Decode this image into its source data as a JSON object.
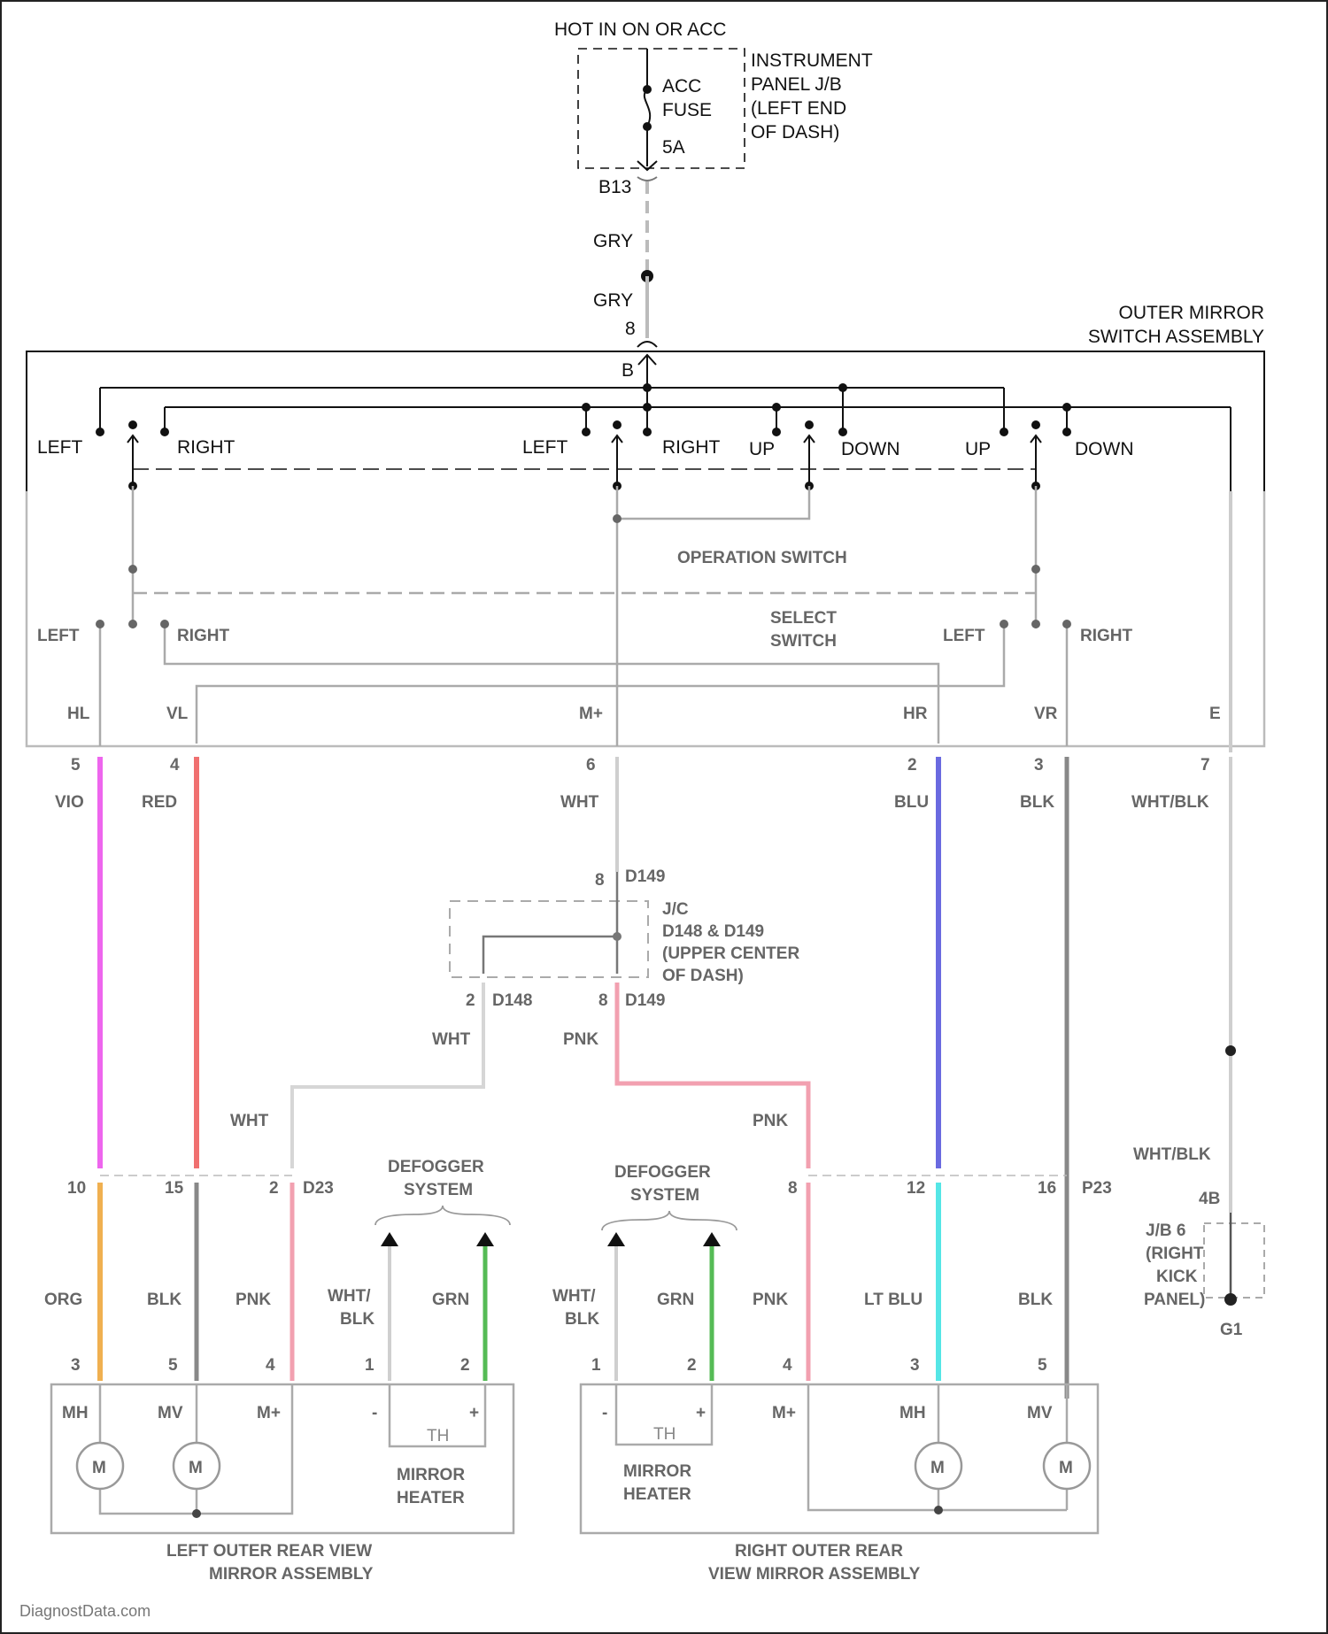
{
  "top": {
    "power_label": "HOT IN ON OR ACC",
    "jb_label": [
      "INSTRUMENT",
      "PANEL J/B",
      "(LEFT END",
      "OF DASH)"
    ],
    "fuse_label": [
      "ACC",
      "FUSE"
    ],
    "fuse_rating": "5A",
    "connector_b13": "B13",
    "wire_gry_1": "GRY",
    "wire_gry_2": "GRY",
    "pin_8": "8",
    "pin_b": "B"
  },
  "switch_assembly": {
    "title": [
      "OUTER MIRROR",
      "SWITCH ASSEMBLY"
    ],
    "contact_labels": [
      "LEFT",
      "RIGHT",
      "LEFT",
      "RIGHT",
      "UP",
      "DOWN",
      "UP",
      "DOWN"
    ],
    "operation_switch": "OPERATION SWITCH",
    "select_switch": [
      "SELECT",
      "SWITCH"
    ],
    "select_labels": [
      "LEFT",
      "RIGHT",
      "LEFT",
      "RIGHT"
    ],
    "terminals": [
      "HL",
      "VL",
      "M+",
      "HR",
      "VR",
      "E"
    ],
    "pins": [
      "5",
      "4",
      "6",
      "2",
      "3",
      "7"
    ]
  },
  "wires_upper": [
    "VIO",
    "RED",
    "WHT",
    "BLU",
    "BLK",
    "WHT/BLK"
  ],
  "junction": {
    "top_pin": "8",
    "top_conn": "D149",
    "label": [
      "J/C",
      "D148 & D149",
      "(UPPER CENTER",
      "OF DASH)"
    ],
    "left_pin": "2",
    "left_conn": "D148",
    "right_pin": "8",
    "right_conn": "D149"
  },
  "wires_mid": [
    "WHT",
    "PNK",
    "WHT",
    "PNK",
    "WHT/BLK"
  ],
  "connectors_mid": {
    "left": [
      "10",
      "15",
      "2",
      "D23"
    ],
    "right": [
      "8",
      "12",
      "16",
      "P23"
    ]
  },
  "defogger": {
    "label": [
      "DEFOGGER",
      "SYSTEM"
    ],
    "jb_label": [
      "J/B 6",
      "(RIGHT",
      "KICK",
      "PANEL)"
    ],
    "jb_pin": "4B",
    "ground": "G1"
  },
  "wires_lower": {
    "left": [
      "ORG",
      "BLK",
      "PNK",
      "WHT/",
      "BLK",
      "GRN"
    ],
    "right": [
      "WHT/",
      "BLK",
      "GRN",
      "PNK",
      "LT BLU",
      "BLK"
    ]
  },
  "mirror_pins": {
    "left": [
      "3",
      "5",
      "4",
      "1",
      "2"
    ],
    "right": [
      "1",
      "2",
      "4",
      "3",
      "5"
    ]
  },
  "mirror_terminals": {
    "left": [
      "MH",
      "MV",
      "M+",
      "-",
      "+"
    ],
    "right": [
      "-",
      "+",
      "M+",
      "MH",
      "MV"
    ]
  },
  "motor_symbol": "M",
  "heater_label": [
    "MIRROR",
    "HEATER"
  ],
  "heater_inner": "TH",
  "left_assembly": [
    "LEFT OUTER REAR VIEW",
    "MIRROR ASSEMBLY"
  ],
  "right_assembly": [
    "RIGHT OUTER REAR",
    "VIEW MIRROR ASSEMBLY"
  ],
  "watermark": "DiagnostData.com",
  "wire_colors": {
    "vio": "#ee66ee",
    "red": "#f07070",
    "blu": "#6a6ae0",
    "lt_blu": "#55e6e6",
    "org": "#f0b050",
    "grn": "#55bb55",
    "pnk": "#f2a0b0",
    "gry": "#bbbbbb",
    "blk": "#888888",
    "wht": "#cfcfcf"
  }
}
